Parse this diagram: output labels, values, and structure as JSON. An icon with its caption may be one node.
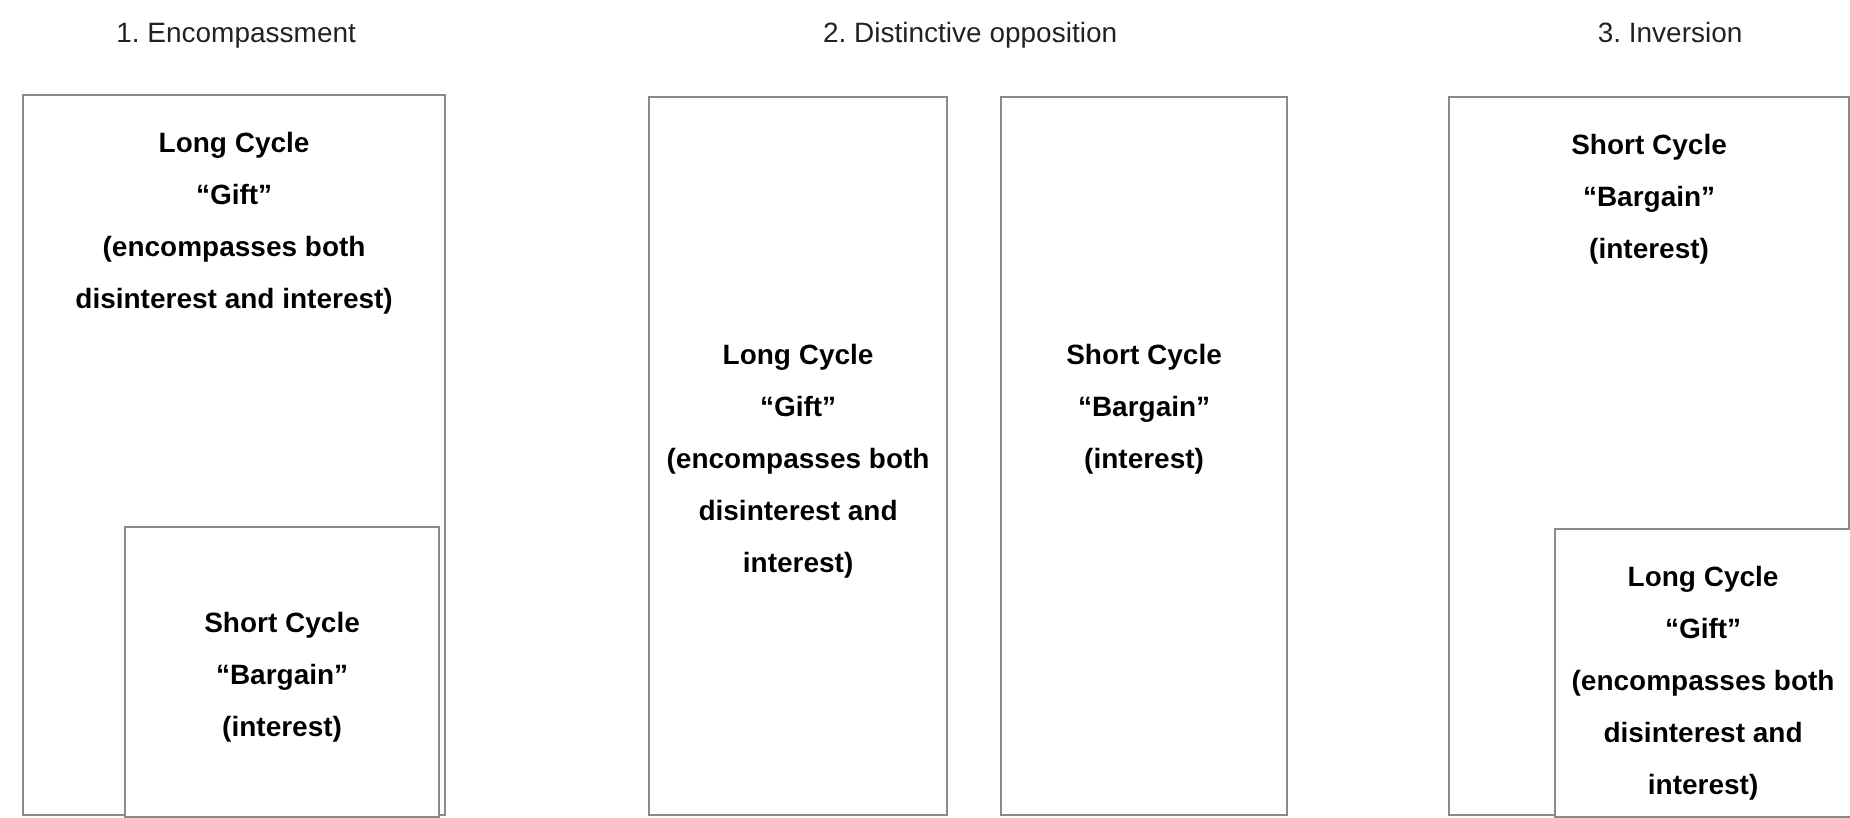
{
  "diagram": {
    "nodes": [
      {
        "text": [
          "Long Cycle",
          "“Gift”",
          "(encompasses both disinterest and interest)"
        ]
      },
      {
        "text": [
          "Short Cycle",
          "“Bargain”",
          "(interest)"
        ],
        "in": 0
      },
      {
        "text": [
          "Long Cycle",
          "“Gift”",
          "(encompasses both disinterest and interest)"
        ]
      },
      {
        "text": [
          "Short Cycle",
          "“Bargain”",
          "(interest)"
        ]
      },
      {
        "text": [
          "Short Cycle",
          "“Bargain”",
          "(interest)"
        ]
      },
      {
        "text": [
          "Long Cycle",
          "“Gift”",
          "(encompasses both disinterest and interest)"
        ],
        "in": 4
      }
    ],
    "labels": [
      "1. Encompassment",
      "2. Distinctive opposition",
      "3. Inversion"
    ]
  }
}
